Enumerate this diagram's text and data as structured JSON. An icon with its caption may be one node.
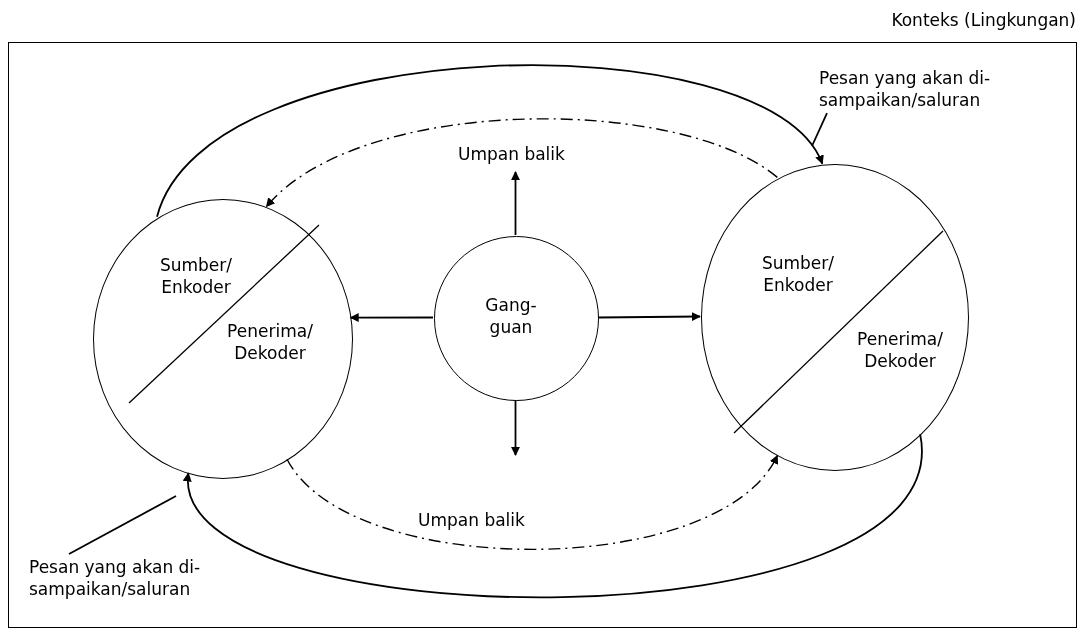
{
  "diagram": {
    "nodes": [
      {
        "text": [
          "Konteks (Lingkungan)"
        ]
      },
      {
        "text": [
          "Sumber/ Enkoder",
          "Penerima/ Dekoder"
        ],
        "in": 0
      },
      {
        "text": [
          "Gang- guan"
        ],
        "in": 0
      },
      {
        "text": [
          "Sumber/ Enkoder",
          "Penerima/ Dekoder"
        ],
        "in": 0
      },
      {
        "text": [
          "Pesan yang akan di- sampaikan/saluran"
        ],
        "in": 0
      },
      {
        "text": [
          "Pesan yang akan di- sampaikan/saluran"
        ],
        "in": 0
      }
    ],
    "edges": [
      {
        "from": 1,
        "to": 3,
        "arrow": "to"
      },
      {
        "from": 3,
        "to": 1,
        "arrow": "to"
      },
      {
        "from": 3,
        "to": 1,
        "arrow": "to",
        "style": "dashed",
        "label": "Umpan balik"
      },
      {
        "from": 1,
        "to": 3,
        "arrow": "to",
        "style": "dashed",
        "label": "Umpan balik"
      },
      {
        "from": 2,
        "to": 1,
        "arrow": "to"
      },
      {
        "from": 2,
        "to": 3,
        "arrow": "to"
      },
      {
        "from": 2,
        "to": null,
        "arrow": "to"
      },
      {
        "from": 2,
        "to": null,
        "arrow": "to"
      },
      {
        "from": 4,
        "to": null,
        "arrow": "none"
      },
      {
        "from": 5,
        "to": null,
        "arrow": "none"
      }
    ]
  }
}
